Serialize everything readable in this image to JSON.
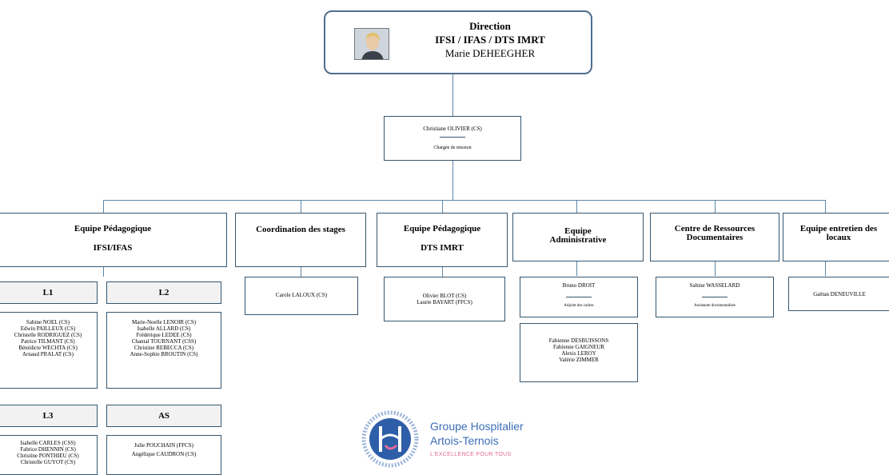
{
  "direction": {
    "title": "Direction",
    "subtitle": "IFSI / IFAS / DTS IMRT",
    "name": "Marie DEHEEGHER"
  },
  "mission": {
    "name": "Christiane OLIVIER (CS)",
    "role": "Chargée de mission"
  },
  "teams": {
    "ped_ifsi": {
      "line1": "Equipe Pédagogique",
      "line2": "IFSI/IFAS"
    },
    "stages": {
      "label": "Coordination des stages"
    },
    "ped_dts": {
      "line1": "Equipe Pédagogique",
      "line2": "DTS IMRT"
    },
    "admin": {
      "line1": "Equipe",
      "line2": "Administrative"
    },
    "crd": {
      "line1": "Centre de Ressources",
      "line2": "Documentaires"
    },
    "entretien": {
      "line1": "Equipe entretien des",
      "line2": "locaux"
    }
  },
  "groups": {
    "l1": {
      "label": "L1",
      "members": [
        "Sabine NOEL (CS)",
        "Edwin PAILLEUX (CS)",
        "Christelle RODRIGUEZ (CS)",
        "Patrice TILMANT (CS)",
        "Bénédicte WECHTA (CS)",
        "Arnaud PRALAT (CS)"
      ]
    },
    "l2": {
      "label": "L2",
      "members": [
        "Marie-Noelle LENOIR (CS)",
        "Isabelle ALLARD (CS)",
        "Frédérique LEDEE (CS)",
        "Chantal TOURNANT (CSS)",
        "Christine REBECCA (CS)",
        "Anne-Sophie BROUTIN (CS)"
      ]
    },
    "l3": {
      "label": "L3",
      "members": [
        "Isabelle CARLES (CSS)",
        "Fabrice DHENNIN (CS)",
        "Christine PONTHIEU (CS)",
        "Christelle GUYOT (CS)"
      ]
    },
    "as": {
      "label": "AS",
      "members": [
        "Julie POUCHAIN (FFCS)",
        "Angélique CAUDRON (CS)"
      ]
    }
  },
  "stages_members": [
    "Carole LALOUX (CS)"
  ],
  "dts_members": [
    "Olivier BLOT (CS)",
    "Laurie BAYART (FFCS)"
  ],
  "admin_head": {
    "name": "Bruno DROIT",
    "role": "Adjoint des cadres"
  },
  "admin_members": [
    "Fabienne DESBUISSONS",
    "Fabienne GAIGNEUR",
    "Alexis LEROY",
    "Valérie ZIMMER"
  ],
  "crd_head": {
    "name": "Sabine WASSELARD",
    "role": "Assistante documentaliste"
  },
  "entretien_members": [
    "Gaëtan DENEUVILLE"
  ],
  "logo": {
    "line1": "Groupe Hospitalier",
    "line2": "Artois-Ternois",
    "tagline": "L'EXCELLENCE POUR TOUS",
    "colors": {
      "circle": "#2e5ea8",
      "accent": "#e26c9a",
      "text": "#3b6db5"
    }
  }
}
